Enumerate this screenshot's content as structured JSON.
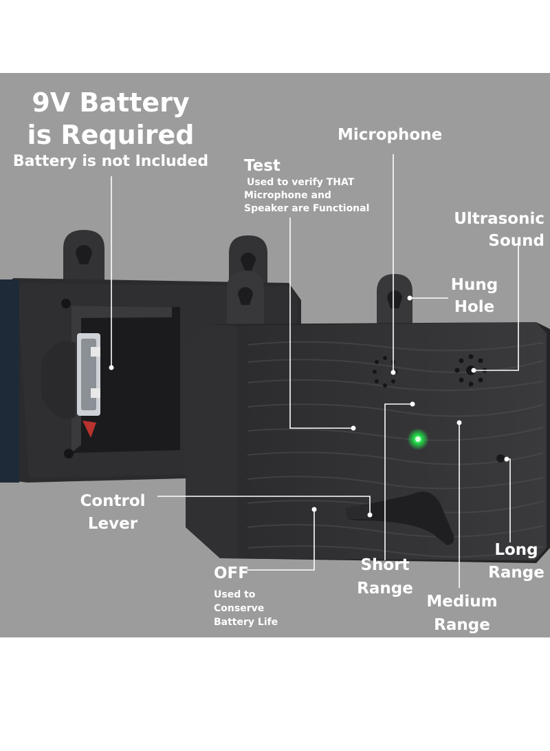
{
  "battery": {
    "heading_line1": "9V Battery",
    "heading_line2": "is Required",
    "note": "Battery is not Included"
  },
  "callouts": {
    "microphone": "Microphone",
    "test_title": "Test",
    "test_desc_line1": "Used to verify THAT",
    "test_desc_line2": "Microphone and",
    "test_desc_line3": "Speaker are Functional",
    "ultrasonic_line1": "Ultrasonic",
    "ultrasonic_line2": "Sound",
    "hung_line1": "Hung",
    "hung_line2": "Hole",
    "control_line1": "Control",
    "control_line2": "Lever",
    "off_title": "OFF",
    "off_desc_line1": "Used to",
    "off_desc_line2": "Conserve",
    "off_desc_line3": "Battery Life",
    "short_line1": "Short",
    "short_line2": "Range",
    "medium_line1": "Medium",
    "medium_line2": "Range",
    "long_line1": "Long",
    "long_line2": "Range"
  },
  "colors": {
    "panel_background": "#9c9c9c",
    "device_body": "#2e2e30",
    "indicator_led": "#22e04a",
    "label_text": "#ffffff"
  }
}
